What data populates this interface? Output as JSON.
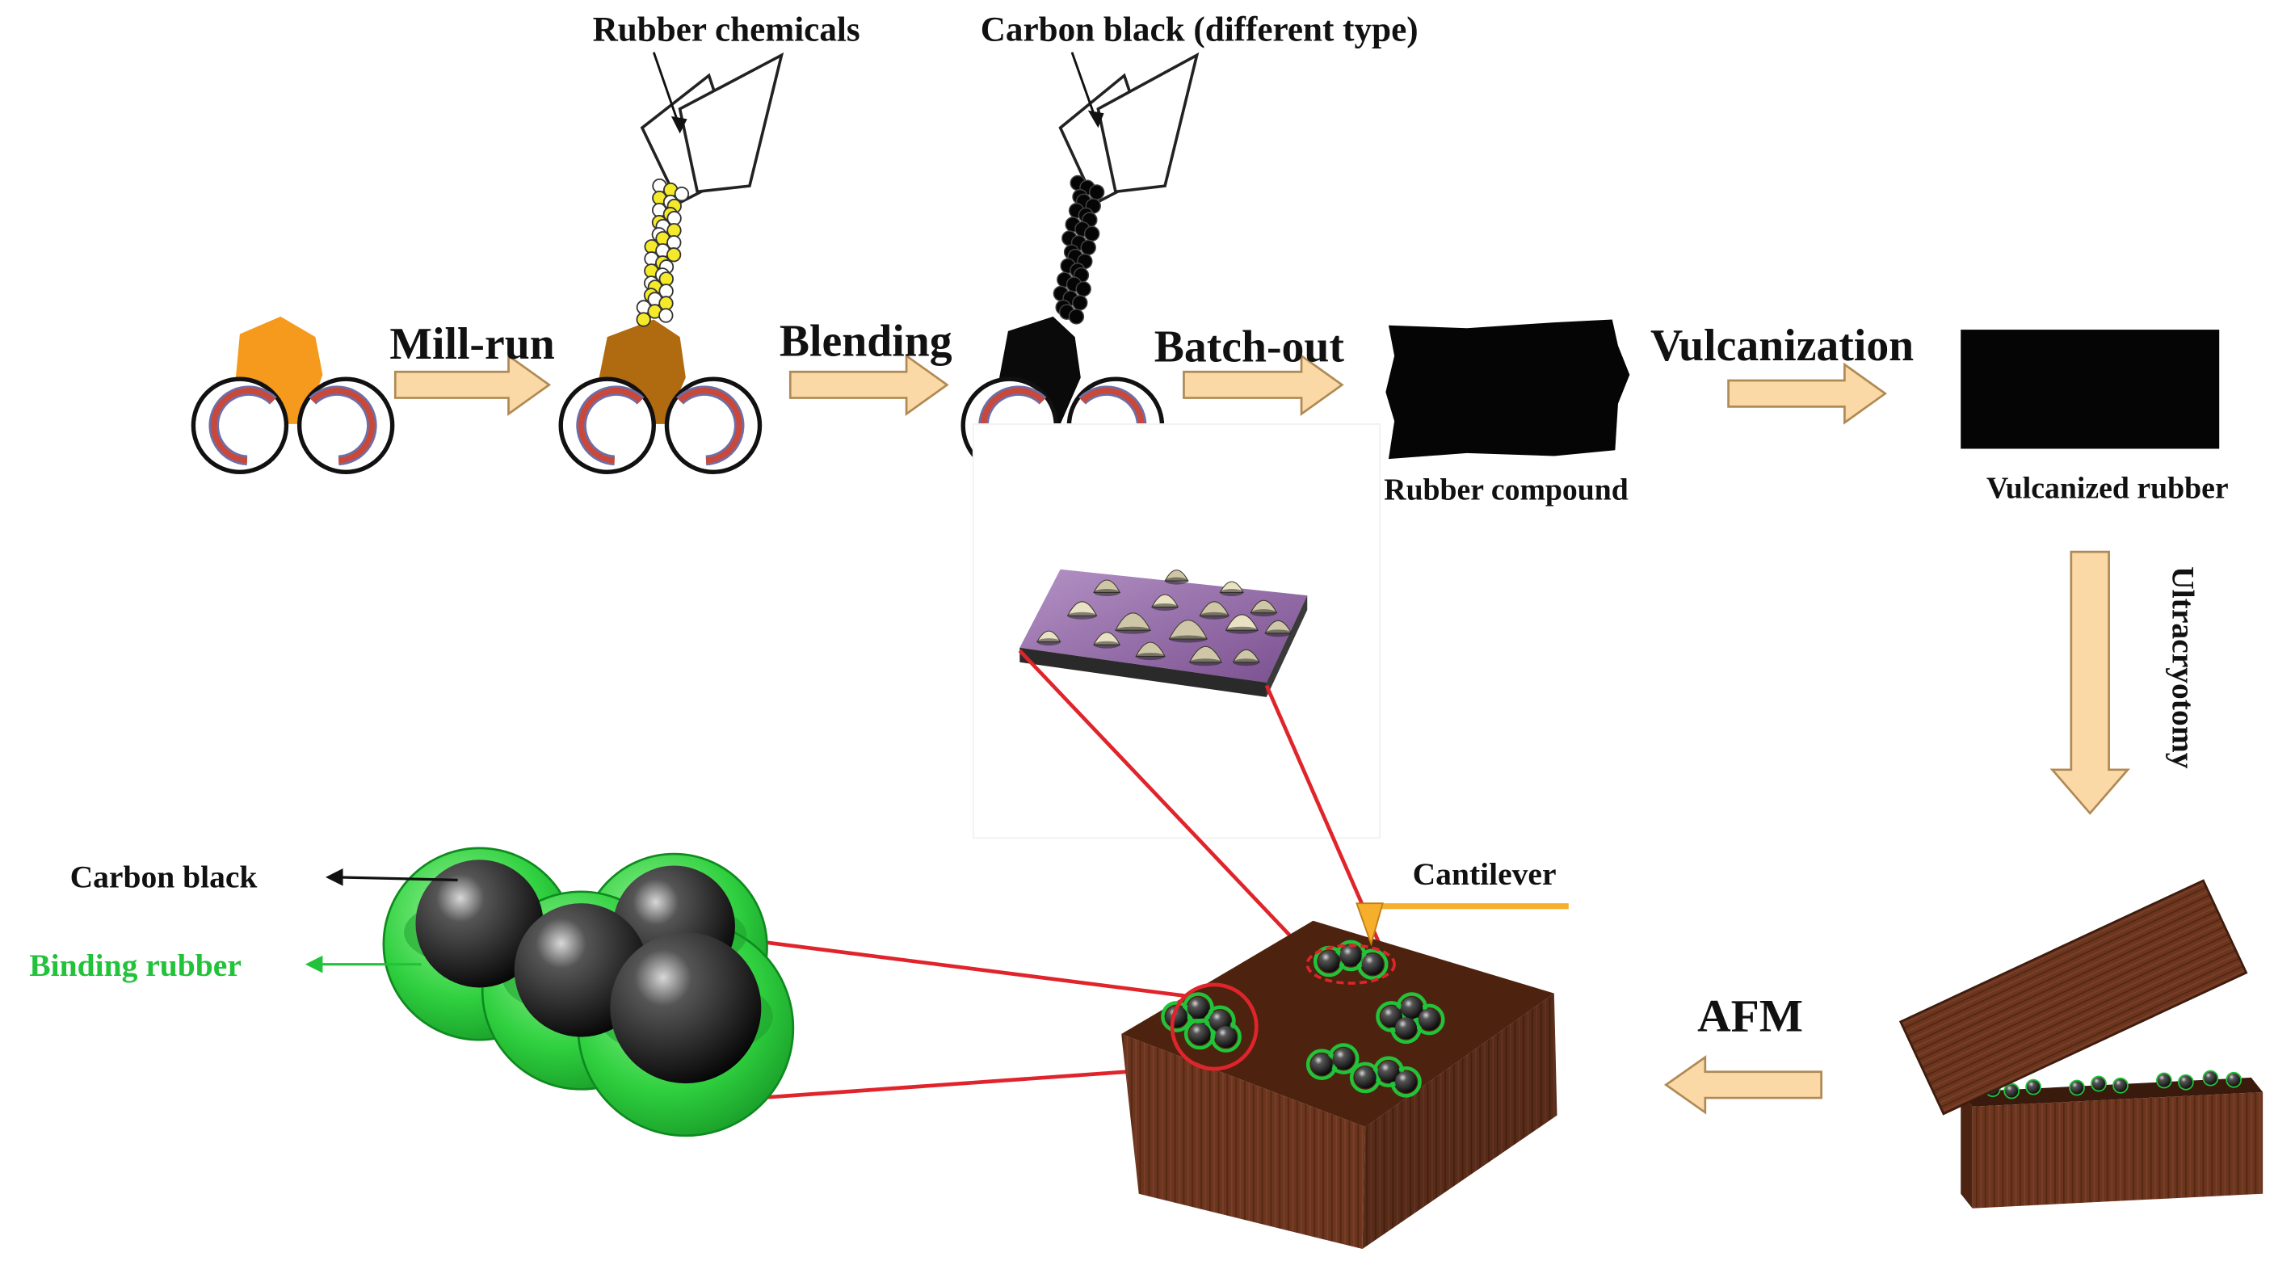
{
  "labels": {
    "rubber_chemicals": "Rubber chemicals",
    "carbon_black_type": "Carbon black  (different type)",
    "mill_run": "Mill-run",
    "blending": "Blending",
    "batch_out": "Batch-out",
    "vulcanization": "Vulcanization",
    "rubber_compound": "Rubber compound",
    "vulcanized_rubber": "Vulcanized rubber",
    "ultracryotomy": "Ultracryotomy",
    "afm": "AFM",
    "cantilever": "Cantilever",
    "carbon_black": "Carbon black",
    "binding_rubber": "Binding rubber"
  },
  "colors": {
    "arrow_fill": "#fbd9a7",
    "arrow_stroke": "#b08a55",
    "rubber_orange": "#f59a1d",
    "rubber_brown": "#b06a10",
    "binding_green": "#22c23a",
    "wood_brown": "#6b3520",
    "leader_red": "#e0242b",
    "cantilever_orange": "#f6ae2d",
    "rotation_arrow": "#c9483a"
  },
  "icons": [
    "mill-roll-icon",
    "bag-icon",
    "rotation-arrow-icon",
    "afm-surface-icon",
    "cantilever-icon",
    "carbon-particle-icon"
  ]
}
